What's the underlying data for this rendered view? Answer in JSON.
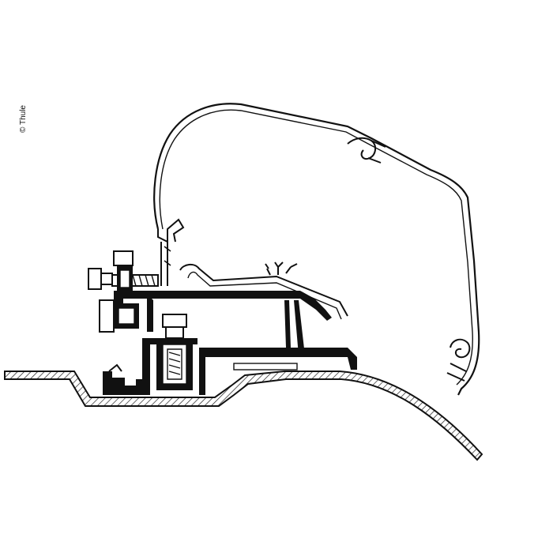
{
  "image": {
    "copyright_text": "© Thule"
  },
  "colors": {
    "background": "#ffffff",
    "line": "#111111",
    "fill": "#111111",
    "hatch": "#222222"
  },
  "icons": {
    "awning_case": "awning-case-profile",
    "adapter": "mounting-adapter-profile",
    "bolts": "bolt-nut-assembly",
    "roof": "vehicle-roof-section"
  }
}
